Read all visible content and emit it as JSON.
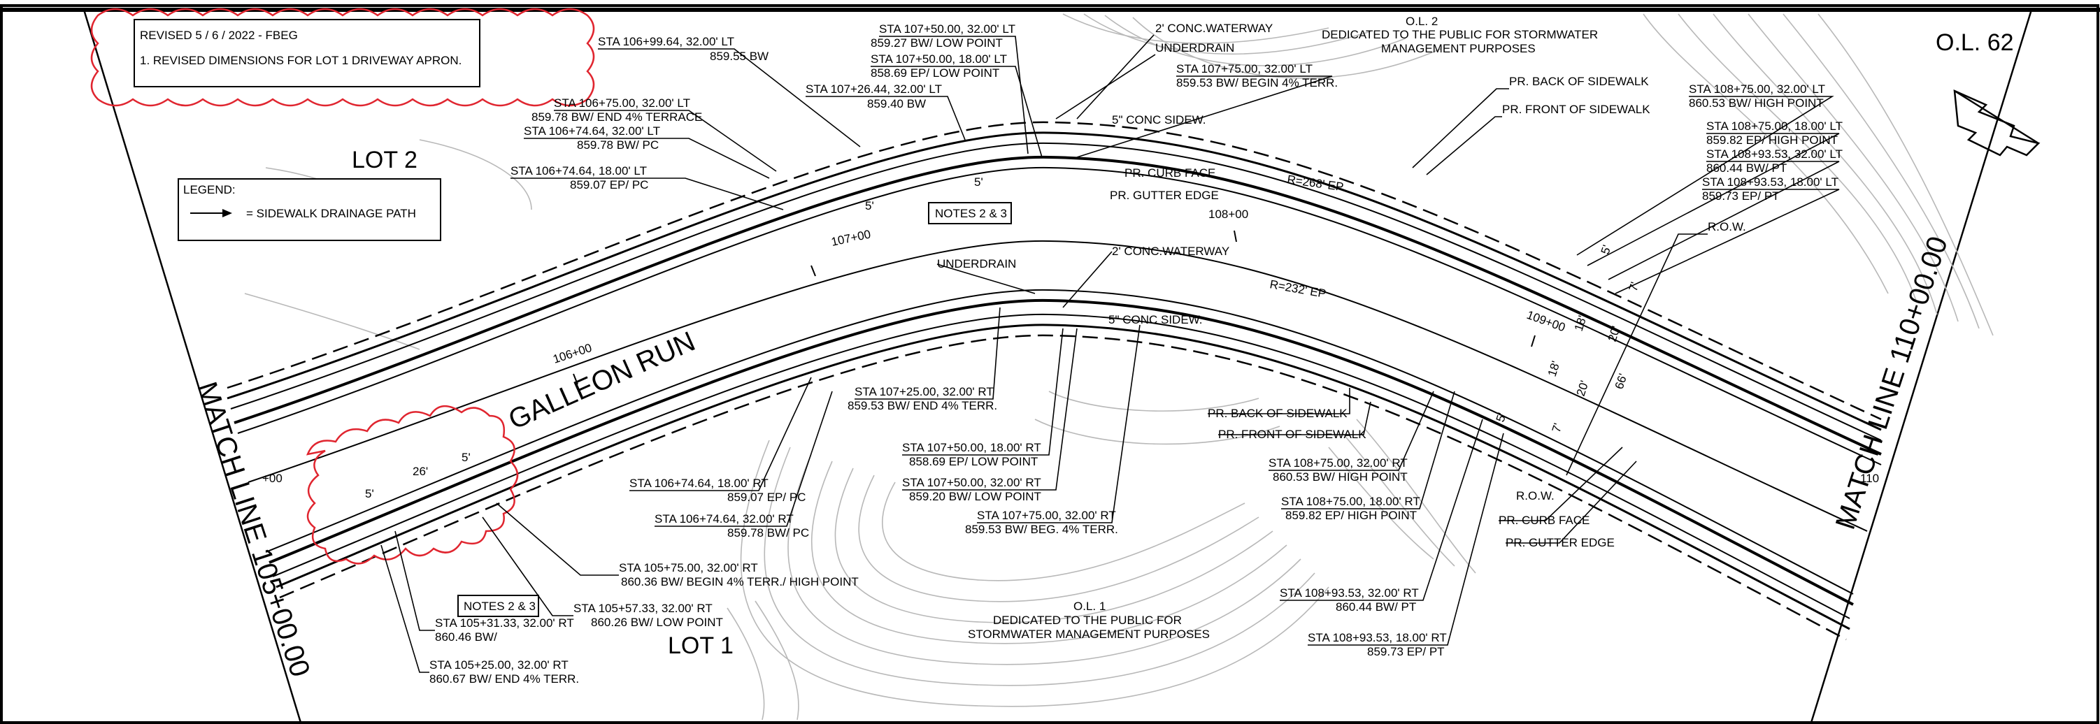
{
  "revision": {
    "header": "REVISED 5 / 6 / 2022 - FBEG",
    "item": "1.    REVISED DIMENSIONS FOR LOT 1 DRIVEWAY APRON."
  },
  "legend": {
    "title": "LEGEND:",
    "item": "=  SIDEWALK DRAINAGE PATH"
  },
  "lots": {
    "lot2": "LOT 2",
    "lot1": "LOT 1",
    "ol62": "O.L. 62",
    "ol2_title": "O.L. 2",
    "ol2_l1": "DEDICATED TO THE PUBLIC FOR STORMWATER",
    "ol2_l2": "MANAGEMENT PURPOSES",
    "ol1_title": "O.L. 1",
    "ol1_l1": "DEDICATED TO THE PUBLIC FOR",
    "ol1_l2": "STORMWATER MANAGEMENT PURPOSES"
  },
  "road_name": "GALLEON RUN",
  "match_lines": {
    "left": "MATCH LINE 105+00.00",
    "right": "MATCH LINE 110+00.00"
  },
  "stations": {
    "s106": "106+00",
    "s107": "107+00",
    "s108": "108+00",
    "s109": "109+00",
    "s105": "+00",
    "s110": "110"
  },
  "radii": {
    "upper": "R=268' EP",
    "lower": "R=232' EP"
  },
  "dims": {
    "d26": "26'",
    "d5a": "5'",
    "d5b": "5'",
    "d5c": "5'",
    "d5d": "5'",
    "d18a": "18'",
    "d18b": "18'",
    "d20a": "20'",
    "d20b": "20'",
    "d66": "66'",
    "d5e": "5'",
    "d5f": "5'",
    "d7a": "7'",
    "d7b": "7'"
  },
  "labels": {
    "a1": "STA 106+99.64, 32.00' LT",
    "a2": "859.55 BW",
    "b1": "STA 106+75.00, 32.00' LT",
    "b2": "859.78 BW/ END 4% TERRACE",
    "c1": "STA 106+74.64, 32.00' LT",
    "c2": "859.78 BW/ PC",
    "d1": "STA 106+74.64, 18.00' LT",
    "d2": "859.07 EP/ PC",
    "e1": "STA 107+26.44, 32.00' LT",
    "e2": "859.40 BW",
    "f1": "STA 107+50.00, 32.00' LT",
    "f2": "859.27 BW/ LOW POINT",
    "g1": "STA 107+50.00, 18.00' LT",
    "g2": "858.69 EP/ LOW POINT",
    "h1": "STA 107+75.00, 32.00' LT",
    "h2": "859.53 BW/ BEGIN 4% TERR.",
    "i1": "STA 108+75.00, 32.00' LT",
    "i2": "860.53 BW/ HIGH POINT",
    "j1": "STA 108+75.00, 18.00' LT",
    "j2": "859.82 EP/ HIGH POINT",
    "k1": "STA 108+93.53, 32.00' LT",
    "k2": "860.44 BW/ PT",
    "l1": "STA 108+93.53, 18.00' LT",
    "l2": "859.73 EP/ PT",
    "m1": "STA 107+25.00, 32.00' RT",
    "m2": "859.53 BW/ END 4% TERR.",
    "n1": "STA 106+74.64, 18.00' RT",
    "n2": "859.07 EP/ PC",
    "o1": "STA 106+74.64, 32.00' RT",
    "o2": "859.78 BW/ PC",
    "p1": "STA 107+50.00, 18.00' RT",
    "p2": "858.69 EP/ LOW POINT",
    "q1": "STA 107+50.00, 32.00' RT",
    "q2": "859.20 BW/ LOW POINT",
    "r1": "STA 107+75.00, 32.00' RT",
    "r2": "859.53 BW/ BEG. 4% TERR.",
    "s1": "STA 105+75.00, 32.00' RT",
    "s2": "860.36 BW/ BEGIN 4% TERR./ HIGH POINT",
    "t1": "STA 105+57.33, 32.00' RT",
    "t2": "860.26 BW/ LOW POINT",
    "u1": "STA 105+31.33, 32.00' RT",
    "u2": "860.46 BW/",
    "v1": "STA 105+25.00, 32.00' RT",
    "v2": "860.67 BW/ END 4% TERR.",
    "w1": "STA 108+75.00, 32.00' RT",
    "w2": "860.53 BW/ HIGH POINT",
    "x1": "STA 108+75.00, 18.00' RT",
    "x2": "859.82 EP/ HIGH POINT",
    "y1": "STA 108+93.53, 32.00' RT",
    "y2": "860.44 BW/ PT",
    "z1": "STA 108+93.53, 18.00' RT",
    "z2": "859.73 EP/ PT"
  },
  "features": {
    "waterway_top": "2' CONC.WATERWAY",
    "underdrain_top": "UNDERDRAIN",
    "sidewalk_top": "5\" CONC SIDEW.",
    "curb_face_top": "PR. CURB FACE",
    "gutter_top": "PR. GUTTER EDGE",
    "back_sw_top": "PR. BACK OF SIDEWALK",
    "front_sw_top": "PR. FRONT OF SIDEWALK",
    "row_top": "R.O.W.",
    "underdrain_bot": "UNDERDRAIN",
    "waterway_bot": "2' CONC.WATERWAY",
    "sidewalk_bot": "5\" CONC SIDEW.",
    "back_sw_bot": "PR. BACK OF SIDEWALK",
    "front_sw_bot": "PR. FRONT OF SIDEWALK",
    "row_bot": "R.O.W.",
    "curb_face_bot": "PR. CURB FACE",
    "gutter_bot": "PR. GUTTER EDGE",
    "notes_top": "NOTES 2 & 3",
    "notes_bot": "NOTES 2 & 3"
  }
}
